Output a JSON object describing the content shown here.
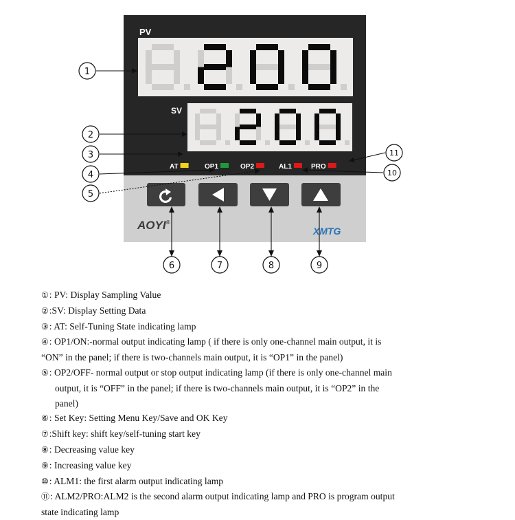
{
  "panel": {
    "pv_label": "PV",
    "sv_label": "SV",
    "pv_digits": [
      "",
      "2",
      "0",
      "0"
    ],
    "sv_digits": [
      "",
      "2",
      "0",
      "0"
    ],
    "brand": "AOYI",
    "brand_mark": "®",
    "model": "XMTG",
    "indicators": [
      {
        "label": "AT",
        "color": "#f5d21a"
      },
      {
        "label": "OP1",
        "color": "#1e9a3c"
      },
      {
        "label": "OP2",
        "color": "#e01818"
      },
      {
        "label": "AL1",
        "color": "#e01818"
      },
      {
        "label": "PRO",
        "color": "#e01818"
      }
    ],
    "keys": [
      {
        "icon": "refresh-icon"
      },
      {
        "icon": "left-arrow-icon"
      },
      {
        "icon": "down-arrow-icon"
      },
      {
        "icon": "up-arrow-icon"
      }
    ],
    "colors": {
      "body": "#262626",
      "display": "#ecebea",
      "key_panel": "#cfcfcf",
      "key": "#3e3e3e",
      "model": "#2a73b8"
    }
  },
  "callouts": [
    "①",
    "②",
    "③",
    "④",
    "⑤",
    "⑥",
    "⑦",
    "⑧",
    "⑨",
    "⑩",
    "⑪"
  ],
  "legend": [
    {
      "num": "①",
      "text": ": PV: Display Sampling Value"
    },
    {
      "num": "②",
      "text": ":SV: Display Setting Data"
    },
    {
      "num": "③",
      "text": ": AT: Self-Tuning State indicating lamp"
    },
    {
      "num": "④",
      "text": ":  OP1/ON:-normal output indicating lamp ( if there is only one-channel main output, it is",
      "cont": "“ON” in the panel; if there is two-channels main output, it is “OP1” in the panel)"
    },
    {
      "num": "⑤",
      "text": ": OP2/OFF- normal output or stop output indicating lamp (if there is only one-channel main",
      "cont": "output, it is “OFF” in the panel; if there is two-channels main output, it is “OP2” in the",
      "cont2": "panel)"
    },
    {
      "num": "⑥",
      "text": ": Set Key: Setting Menu Key/Save and OK Key"
    },
    {
      "num": "⑦",
      "text": ":Shift key: shift key/self-tuning start key"
    },
    {
      "num": "⑧",
      "text": ": Decreasing value key"
    },
    {
      "num": "⑨",
      "text": ": Increasing value key"
    },
    {
      "num": "⑩",
      "text": ": ALM1: the first alarm output indicating lamp"
    },
    {
      "num": "⑪",
      "text": ": ALM2/PRO:ALM2 is the second alarm output indicating lamp and PRO is program output",
      "cont": "state indicating lamp"
    }
  ]
}
